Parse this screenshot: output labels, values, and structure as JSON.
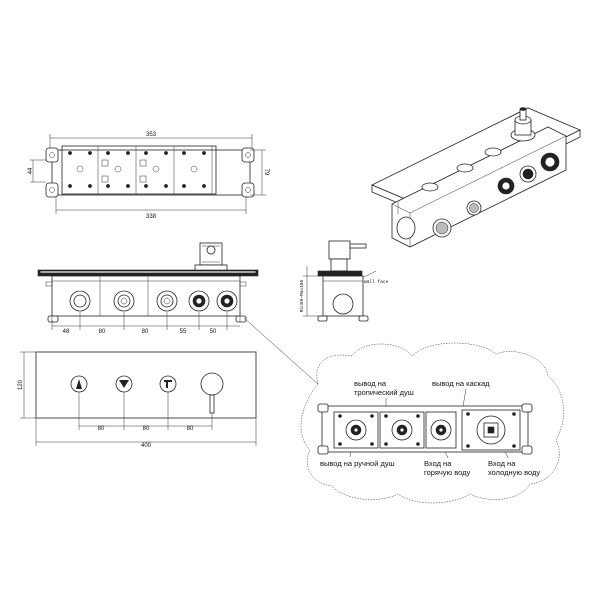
{
  "top_view": {
    "dim_width": "353",
    "dim_inner": "338",
    "dim_left": "44",
    "dim_right": "79"
  },
  "front_view": {
    "dims": [
      "48",
      "80",
      "80",
      "55",
      "50"
    ]
  },
  "side_view": {
    "dim_vertical": "Min96~Max100",
    "wall_label": "Wall face"
  },
  "panel_view": {
    "dim_height": "120",
    "dims": [
      "80",
      "80",
      "80"
    ],
    "dim_total": "400"
  },
  "callout": {
    "label_tropical": "вывод на\nтропический душ",
    "label_cascade": "вывод на каскад",
    "label_hand": "вывод на ручной душ",
    "label_hot": "Вход на\nгорячую воду",
    "label_cold": "Вход на\nхолодную воду"
  }
}
